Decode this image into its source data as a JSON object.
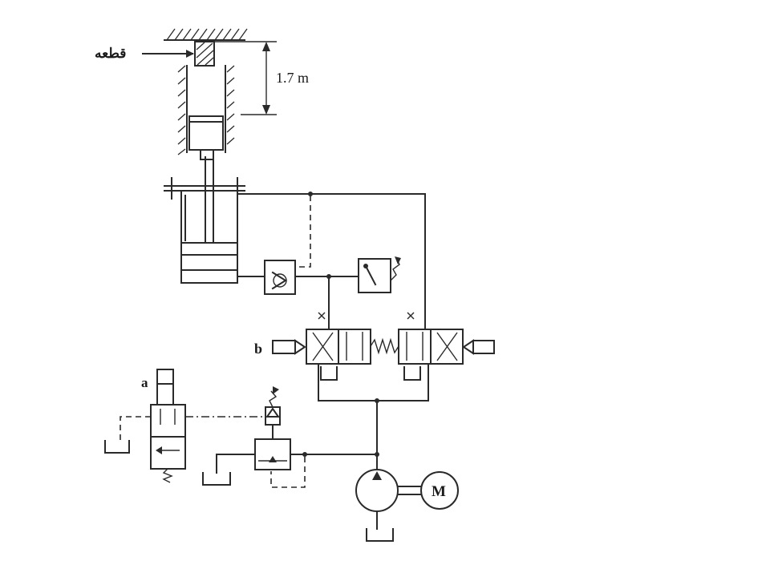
{
  "labels": {
    "workpiece": "قطعه",
    "distance": "1.7 m",
    "valve_a": "a",
    "valve_b": "b",
    "motor": "M"
  }
}
